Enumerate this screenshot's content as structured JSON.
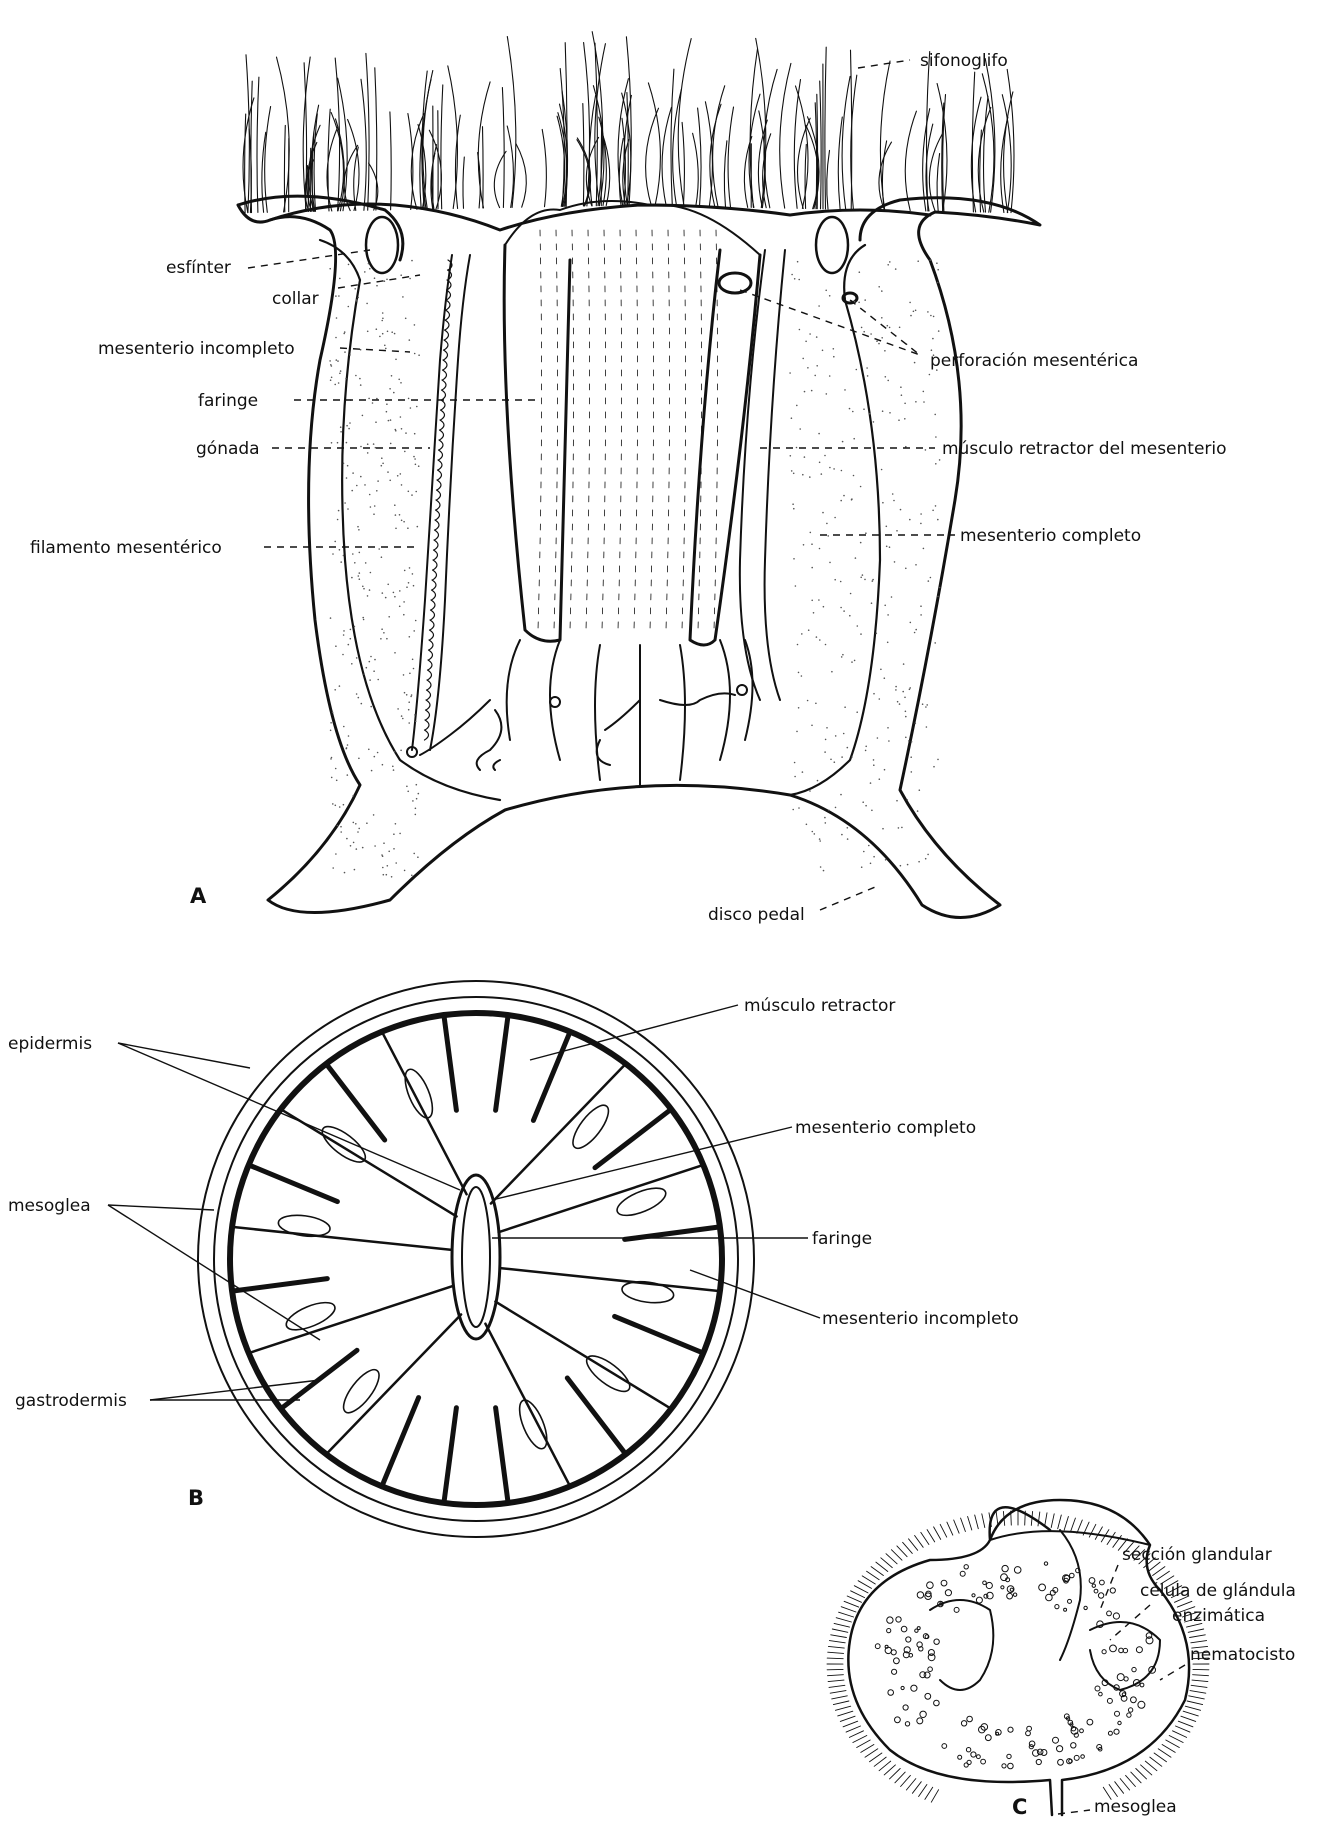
{
  "panels": {
    "a": "A",
    "b": "B",
    "c": "C"
  },
  "panel_a": {
    "sifonoglifo": "sifonoglifo",
    "esfinter": "esfínter",
    "collar": "collar",
    "mesenterio_incompleto": "mesenterio incompleto",
    "faringe": "faringe",
    "gonada": "gónada",
    "filamento_mesenterico": "filamento mesentérico",
    "perforacion_mesenterica": "perforación mesentérica",
    "musculo_retractor": "músculo retractor del mesenterio",
    "mesenterio_completo": "mesenterio completo",
    "disco_pedal": "disco pedal"
  },
  "panel_b": {
    "epidermis": "epidermis",
    "mesoglea": "mesoglea",
    "gastrodermis": "gastrodermis",
    "musculo_retractor": "músculo retractor",
    "mesenterio_completo": "mesenterio completo",
    "faringe": "faringe",
    "mesenterio_incompleto": "mesenterio incompleto"
  },
  "panel_c": {
    "seccion_glandular": "sección glandular",
    "celula_glandula_1": "célula de glándula",
    "celula_glandula_2": "enzimática",
    "nematocisto": "nematocisto",
    "mesoglea": "mesoglea"
  },
  "colors": {
    "ink": "#111111",
    "paper": "#ffffff",
    "stipple": "#555555"
  }
}
